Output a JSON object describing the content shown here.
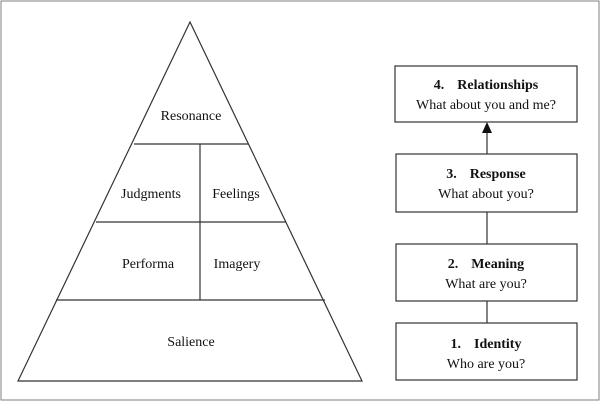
{
  "pyramid": {
    "top": "Resonance",
    "upper_left": "Judgments",
    "upper_right": "Feelings",
    "lower_left": "Performa",
    "lower_right": "Imagery",
    "base": "Salience"
  },
  "steps": [
    {
      "number": "4.",
      "title": "Relationships",
      "question": "What about you and me?"
    },
    {
      "number": "3.",
      "title": "Response",
      "question": "What about you?"
    },
    {
      "number": "2.",
      "title": "Meaning",
      "question": "What are you?"
    },
    {
      "number": "1.",
      "title": "Identity",
      "question": "Who are you?"
    }
  ],
  "colors": {
    "line": "#333333",
    "background": "#ffffff"
  }
}
